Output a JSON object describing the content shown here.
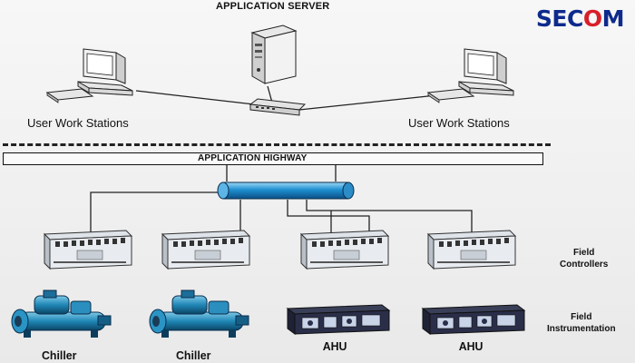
{
  "logo": {
    "text_before": "SEC",
    "text_o": "O",
    "text_after": "M",
    "brand_color": "#0e2a8c",
    "accent_color": "#d81f2a"
  },
  "title": "APPLICATION SERVER",
  "workstations": {
    "left_label": "User Work Stations",
    "right_label": "User Work Stations"
  },
  "highway_label": "APPLICATION HIGHWAY",
  "side_labels": {
    "field_controllers": [
      "Field",
      "Controllers"
    ],
    "field_instrumentation": [
      "Field",
      "Instrumentation"
    ]
  },
  "equipment": [
    "Chiller",
    "Chiller",
    "AHU",
    "AHU"
  ],
  "icons": {
    "server": "server-icon",
    "workstation": "computer-workstation-icon",
    "switch": "network-switch-icon",
    "bus": "network-bus-cylinder-icon",
    "controller": "field-controller-icon",
    "chiller": "chiller-unit-icon",
    "ahu": "air-handling-unit-icon"
  }
}
